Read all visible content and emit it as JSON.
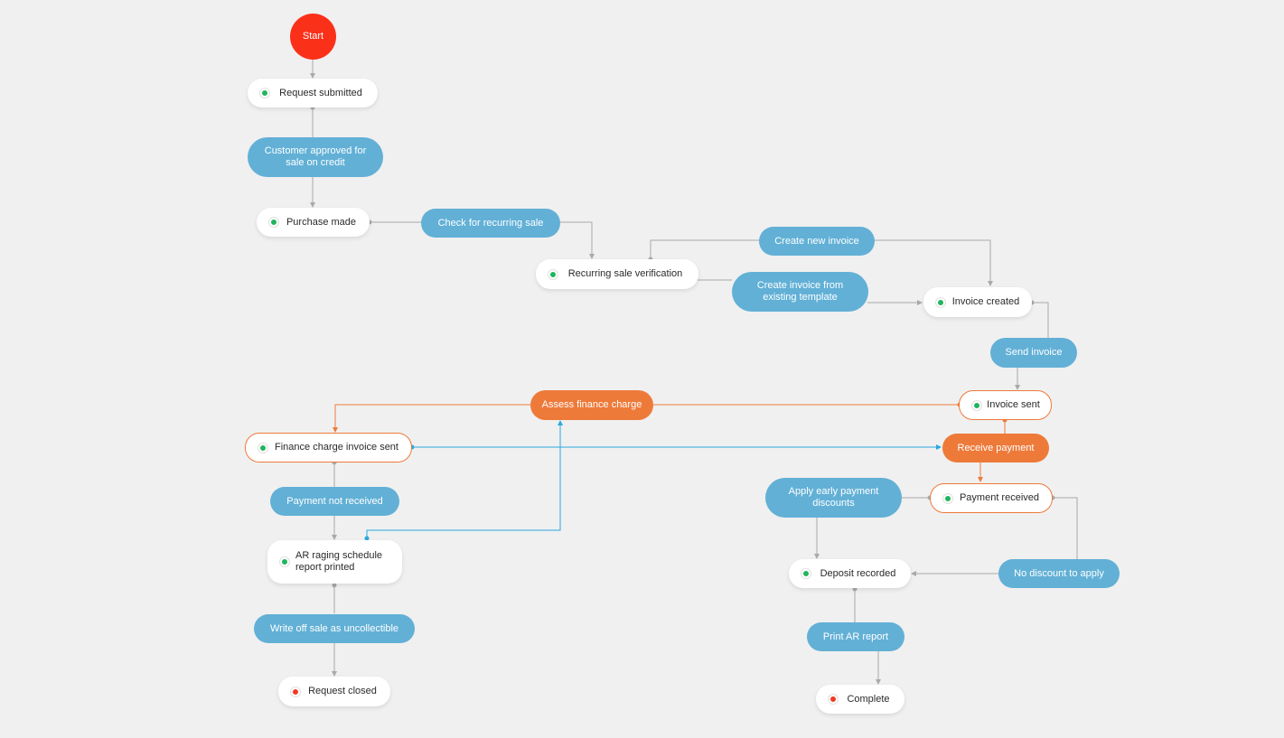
{
  "colors": {
    "background": "#f0f0f0",
    "action_blue": "#62b0d6",
    "action_orange": "#ee7a3a",
    "start_red": "#fb3019",
    "status_green": "#1fb55d",
    "status_red": "#f23a23",
    "line_gray": "#a9a9a9",
    "line_blue": "#2aa8e0",
    "line_orange": "#ee7a3a"
  },
  "nodes": {
    "start": {
      "label": "Start"
    },
    "request_submitted": {
      "label": "Request submitted",
      "status": "green"
    },
    "customer_approved": {
      "label": "Customer approved for sale on credit"
    },
    "purchase_made": {
      "label": "Purchase made",
      "status": "green"
    },
    "check_recurring": {
      "label": "Check for recurring sale"
    },
    "recurring_verification": {
      "label": "Recurring sale verification",
      "status": "green"
    },
    "create_new_invoice": {
      "label": "Create new invoice"
    },
    "create_from_template": {
      "label": "Create invoice from existing template"
    },
    "invoice_created": {
      "label": "Invoice created",
      "status": "green"
    },
    "send_invoice": {
      "label": "Send invoice"
    },
    "invoice_sent": {
      "label": "Invoice sent",
      "status": "green"
    },
    "assess_finance_charge": {
      "label": "Assess finance charge"
    },
    "finance_invoice_sent": {
      "label": "Finance charge invoice sent",
      "status": "green"
    },
    "receive_payment": {
      "label": "Receive payment"
    },
    "payment_not_received": {
      "label": "Payment not received"
    },
    "payment_received": {
      "label": "Payment received",
      "status": "green"
    },
    "apply_discounts": {
      "label": "Apply early payment discounts"
    },
    "ar_report_printed": {
      "label": "AR raging schedule report printed",
      "status": "green"
    },
    "deposit_recorded": {
      "label": "Deposit recorded",
      "status": "green"
    },
    "no_discount": {
      "label": "No discount to apply"
    },
    "write_off": {
      "label": "Write off sale as uncollectible"
    },
    "print_ar_report": {
      "label": "Print AR report"
    },
    "request_closed": {
      "label": "Request closed",
      "status": "red"
    },
    "complete": {
      "label": "Complete",
      "status": "red"
    }
  }
}
